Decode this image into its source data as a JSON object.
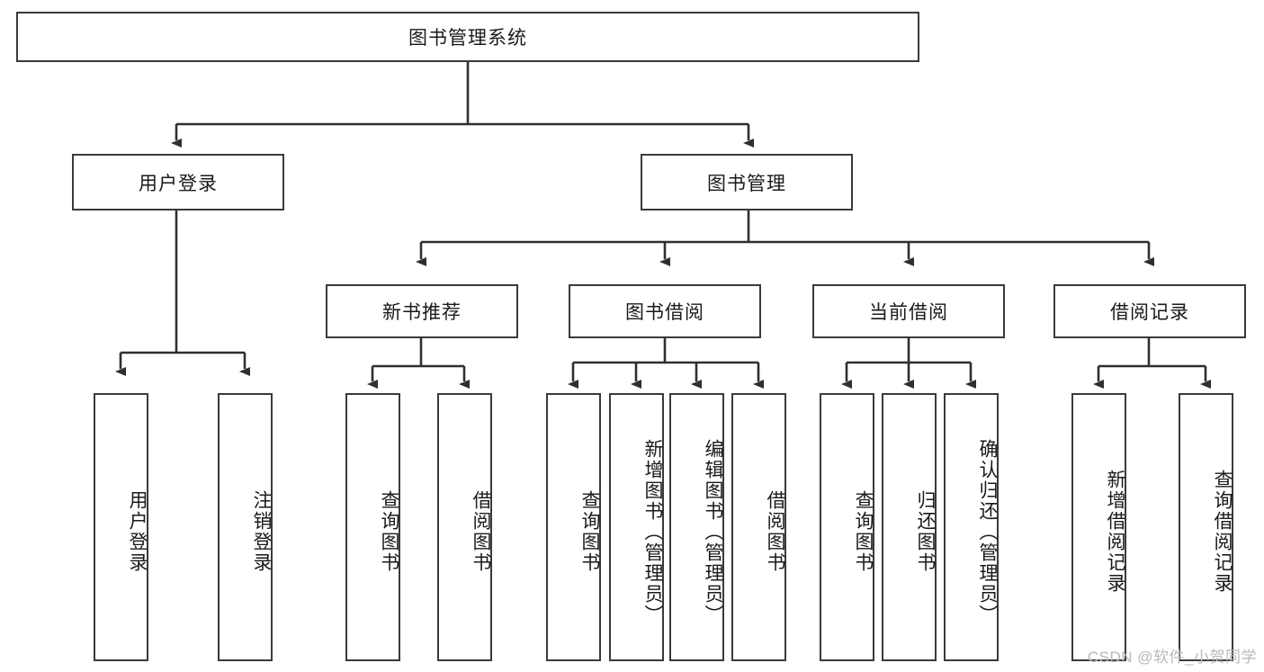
{
  "diagram": {
    "type": "tree-hierarchy",
    "title": "图书管理系统",
    "root": {
      "label": "图书管理系统"
    },
    "level2": [
      {
        "id": "user-login",
        "label": "用户登录"
      },
      {
        "id": "book-management",
        "label": "图书管理"
      }
    ],
    "level3": [
      {
        "id": "new-book-recommend",
        "label": "新书推荐",
        "parent": "book-management"
      },
      {
        "id": "book-borrow",
        "label": "图书借阅",
        "parent": "book-management"
      },
      {
        "id": "current-borrow",
        "label": "当前借阅",
        "parent": "book-management"
      },
      {
        "id": "borrow-record",
        "label": "借阅记录",
        "parent": "book-management"
      }
    ],
    "leaves": [
      {
        "id": "leaf-user-login",
        "label": "用户登录",
        "parent": "user-login"
      },
      {
        "id": "leaf-logout",
        "label": "注销登录",
        "parent": "user-login"
      },
      {
        "id": "leaf-query-book-1",
        "label": "查询图书",
        "parent": "new-book-recommend"
      },
      {
        "id": "leaf-borrow-book-1",
        "label": "借阅图书",
        "parent": "new-book-recommend"
      },
      {
        "id": "leaf-query-book-2",
        "label": "查询图书",
        "parent": "book-borrow"
      },
      {
        "id": "leaf-add-book",
        "label": "新增图书（管理员）",
        "parent": "book-borrow"
      },
      {
        "id": "leaf-edit-book",
        "label": "编辑图书（管理员）",
        "parent": "book-borrow"
      },
      {
        "id": "leaf-borrow-book-2",
        "label": "借阅图书",
        "parent": "book-borrow"
      },
      {
        "id": "leaf-query-book-3",
        "label": "查询图书",
        "parent": "current-borrow"
      },
      {
        "id": "leaf-return-book",
        "label": "归还图书",
        "parent": "current-borrow"
      },
      {
        "id": "leaf-confirm-return",
        "label": "确认归还（管理员）",
        "parent": "current-borrow"
      },
      {
        "id": "leaf-add-record",
        "label": "新增借阅记录",
        "parent": "borrow-record"
      },
      {
        "id": "leaf-query-record",
        "label": "查询借阅记录",
        "parent": "borrow-record"
      }
    ],
    "colors": {
      "stroke": "#3a3a3a",
      "fill": "#ffffff",
      "text": "#1a1a1a",
      "watermark": "#b8b8b8"
    }
  },
  "watermark": {
    "text": "CSDN @软件_小贺同学"
  }
}
